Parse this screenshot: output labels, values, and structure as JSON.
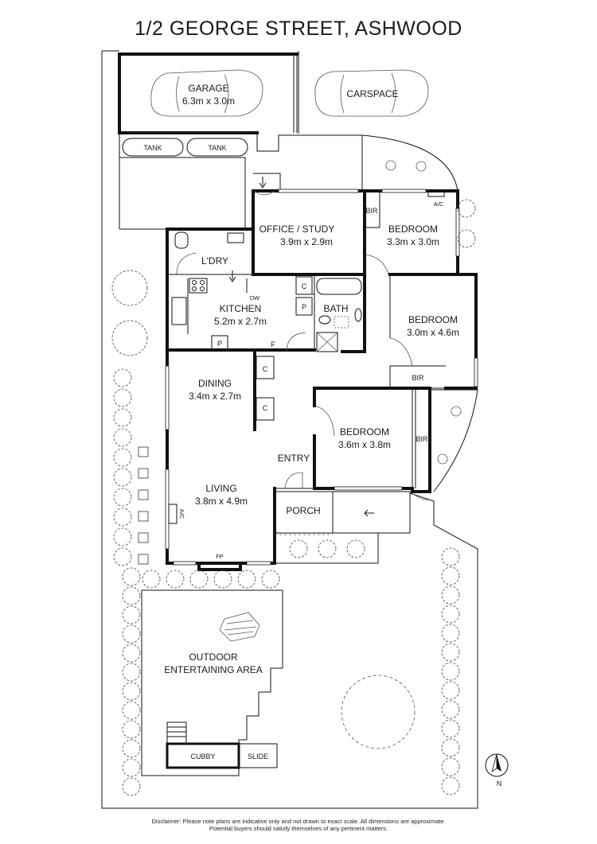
{
  "title": "1/2 GEORGE STREET, ASHWOOD",
  "rooms": {
    "garage": {
      "name": "GARAGE",
      "size": "6.3m x 3.0m"
    },
    "carspace": {
      "name": "CARSPACE"
    },
    "tank1": "TANK",
    "tank2": "TANK",
    "office": {
      "name": "OFFICE / STUDY",
      "size": "3.9m x 2.9m"
    },
    "bedroom1": {
      "name": "BEDROOM",
      "size": "3.3m x 3.0m"
    },
    "bedroom2": {
      "name": "BEDROOM",
      "size": "3.0m x 4.6m"
    },
    "bedroom3": {
      "name": "BEDROOM",
      "size": "3.6m x 3.8m"
    },
    "laundry": {
      "name": "L'DRY"
    },
    "kitchen": {
      "name": "KITCHEN",
      "size": "5.2m x 2.7m"
    },
    "bath": {
      "name": "BATH"
    },
    "dining": {
      "name": "DINING",
      "size": "3.4m x 2.7m"
    },
    "living": {
      "name": "LIVING",
      "size": "3.8m x 4.9m"
    },
    "entry": {
      "name": "ENTRY"
    },
    "porch": {
      "name": "PORCH"
    },
    "outdoor": {
      "line1": "OUTDOOR",
      "line2": "ENTERTAINING AREA"
    },
    "cubby": "CUBBY",
    "slide": "SLIDE"
  },
  "fixtures": {
    "bir": "BIR",
    "ac": "A/C",
    "dw": "DW",
    "cupboard": "C",
    "pantry": "P",
    "fridge": "F",
    "fireplace": "FP"
  },
  "compass": {
    "north_label": "N"
  },
  "disclaimer": {
    "line1": "Disclaimer: Please note plans are indicative only and not drawn to exact scale. All dimensions are approximate.",
    "line2": "Potential buyers should satisfy themselves of any pertinent matters."
  },
  "colors": {
    "wall": "#111111",
    "line": "#555555",
    "background": "#ffffff"
  }
}
